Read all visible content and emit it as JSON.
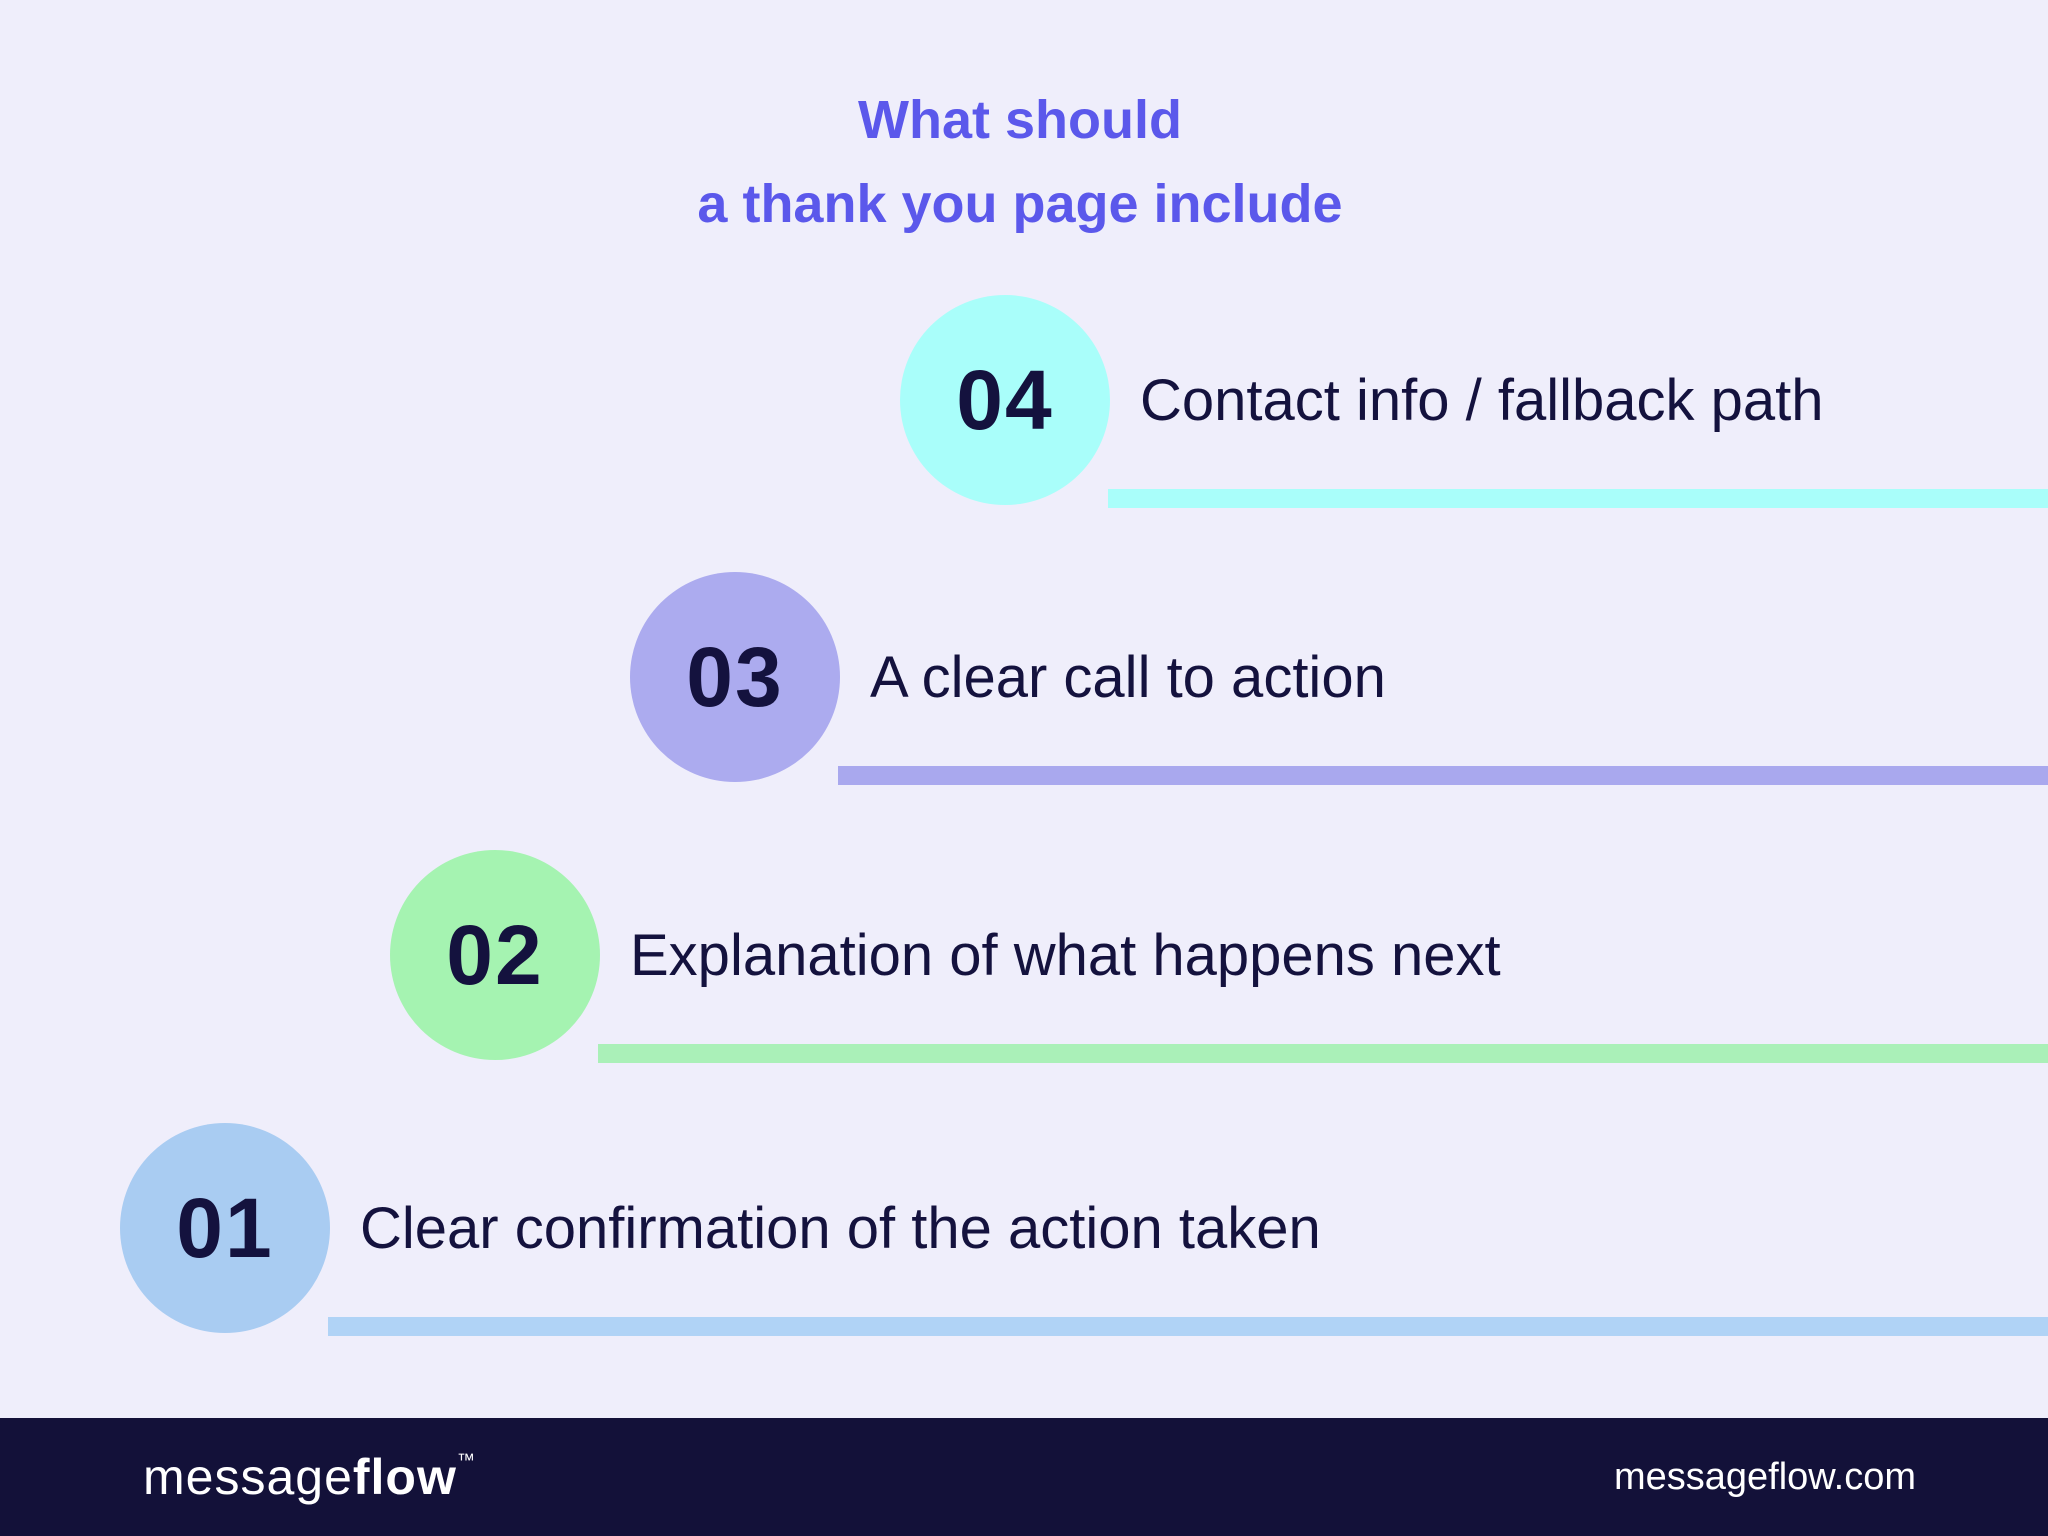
{
  "title": {
    "line1": "What should",
    "line2": "a thank you page include"
  },
  "items": [
    {
      "number": "04",
      "label": "Contact info / fallback path",
      "circle_color": "#a9fefa",
      "bar_color": "#a9fefa"
    },
    {
      "number": "03",
      "label": "A clear call to action",
      "circle_color": "#acabef",
      "bar_color": "#a9a8ee"
    },
    {
      "number": "02",
      "label": "Explanation of what happens next",
      "circle_color": "#a5f3b1",
      "bar_color": "#aaf0b8"
    },
    {
      "number": "01",
      "label": "Clear confirmation of the action taken",
      "circle_color": "#a9ccf2",
      "bar_color": "#b0d3f6"
    }
  ],
  "footer": {
    "logo_prefix": "message",
    "logo_suffix": "flow",
    "logo_tm": "™",
    "url": "messageflow.com"
  },
  "colors": {
    "background": "#efeefb",
    "title_text": "#5b58eb",
    "dark_text": "#14123e",
    "footer_background": "#131139",
    "footer_text": "#ffffff"
  }
}
